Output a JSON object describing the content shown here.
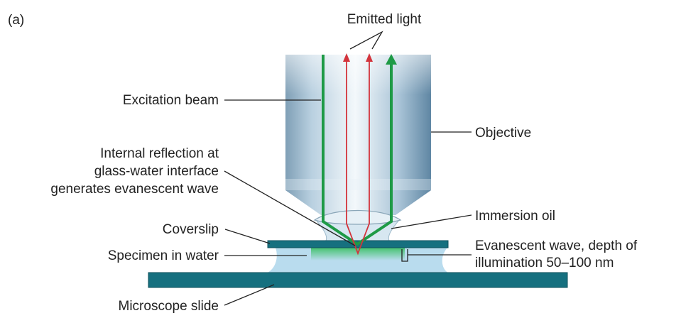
{
  "panel_label": "(a)",
  "labels": {
    "emitted_light": "Emitted light",
    "excitation_beam": "Excitation beam",
    "objective": "Objective",
    "internal_reflection": [
      "Internal reflection at",
      "glass-water interface",
      "generates evanescent wave"
    ],
    "immersion_oil": "Immersion oil",
    "coverslip": "Coverslip",
    "specimen": "Specimen in water",
    "evanescent_wave": [
      "Evanescent wave, depth of",
      "illumination 50–100 nm"
    ],
    "microscope_slide": "Microscope slide"
  },
  "colors": {
    "excitation_beam": "#1e9a46",
    "emitted_light": "#d3343c",
    "objective_edge": "#6f93ad",
    "objective_mid": "#eef5fa",
    "glass": "#16707f",
    "water": "#b9dcee",
    "evanescent": "#6fd08e",
    "leader": "#222222"
  }
}
